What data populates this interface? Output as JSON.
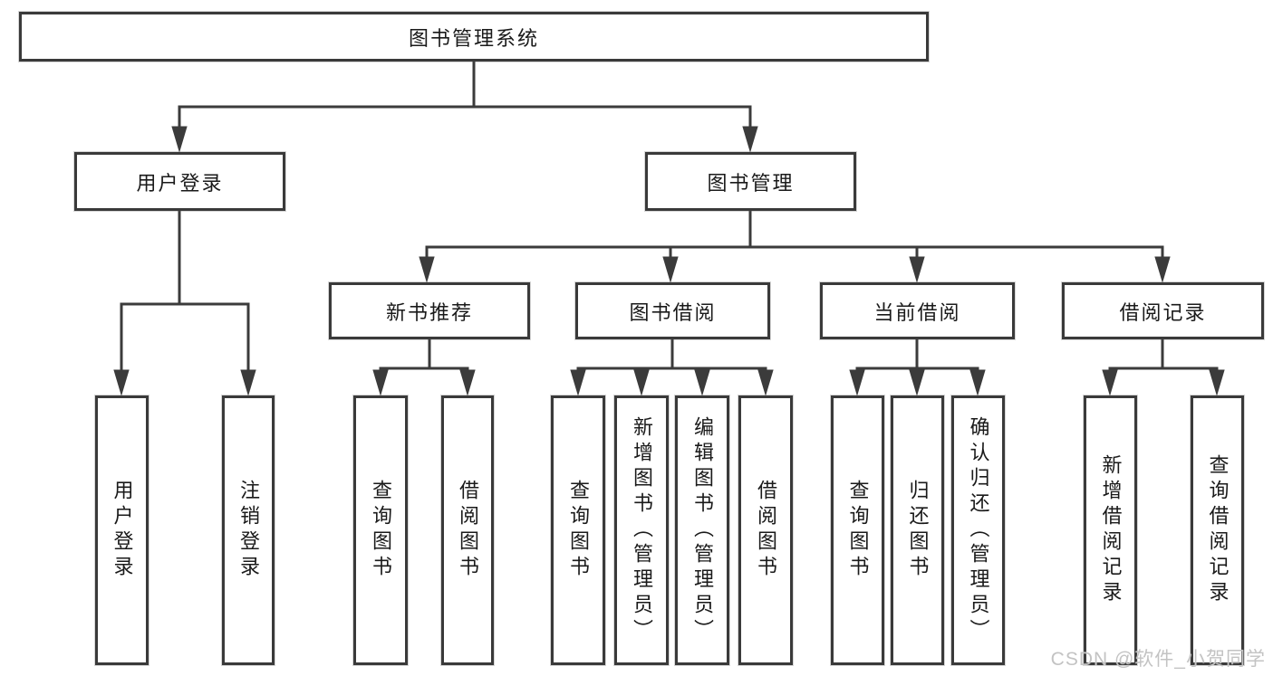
{
  "diagram": {
    "title_node": "图书管理系统",
    "nodes": {
      "root": {
        "label": "图书管理系统"
      },
      "user_login": {
        "label": "用户登录"
      },
      "book_mgmt": {
        "label": "图书管理"
      },
      "new_book_rec": {
        "label": "新书推荐"
      },
      "book_borrow": {
        "label": "图书借阅"
      },
      "current_borrow": {
        "label": "当前借阅"
      },
      "borrow_records": {
        "label": "借阅记录"
      },
      "ul_user_login": {
        "label": "用户登录"
      },
      "ul_logout": {
        "label": "注销登录"
      },
      "nb_query_books": {
        "label": "查询图书"
      },
      "nb_borrow_books": {
        "label": "借阅图书"
      },
      "bb_query_books": {
        "label": "查询图书"
      },
      "bb_add_books": {
        "label": "新增图书（管理员）"
      },
      "bb_edit_books": {
        "label": "编辑图书（管理员）"
      },
      "bb_borrow_books": {
        "label": "借阅图书"
      },
      "cb_query_books": {
        "label": "查询图书"
      },
      "cb_return_books": {
        "label": "归还图书"
      },
      "cb_confirm_return": {
        "label": "确认归还（管理员）"
      },
      "br_add_record": {
        "label": "新增借阅记录"
      },
      "br_query_record": {
        "label": "查询借阅记录"
      }
    },
    "edges": [
      [
        "root",
        "user_login"
      ],
      [
        "root",
        "book_mgmt"
      ],
      [
        "user_login",
        "ul_user_login"
      ],
      [
        "user_login",
        "ul_logout"
      ],
      [
        "book_mgmt",
        "new_book_rec"
      ],
      [
        "book_mgmt",
        "book_borrow"
      ],
      [
        "book_mgmt",
        "current_borrow"
      ],
      [
        "book_mgmt",
        "borrow_records"
      ],
      [
        "new_book_rec",
        "nb_query_books"
      ],
      [
        "new_book_rec",
        "nb_borrow_books"
      ],
      [
        "book_borrow",
        "bb_query_books"
      ],
      [
        "book_borrow",
        "bb_add_books"
      ],
      [
        "book_borrow",
        "bb_edit_books"
      ],
      [
        "book_borrow",
        "bb_borrow_books"
      ],
      [
        "current_borrow",
        "cb_query_books"
      ],
      [
        "current_borrow",
        "cb_return_books"
      ],
      [
        "current_borrow",
        "cb_confirm_return"
      ],
      [
        "borrow_records",
        "br_add_record"
      ],
      [
        "borrow_records",
        "br_query_record"
      ]
    ],
    "colors": {
      "line": "#3b3b3b",
      "box_border": "#3a3a3a",
      "text": "#1a1a1a",
      "background": "#ffffff",
      "watermark": "#c3c3c3"
    },
    "watermark": {
      "text": "CSDN @软件_小贺同学"
    }
  }
}
